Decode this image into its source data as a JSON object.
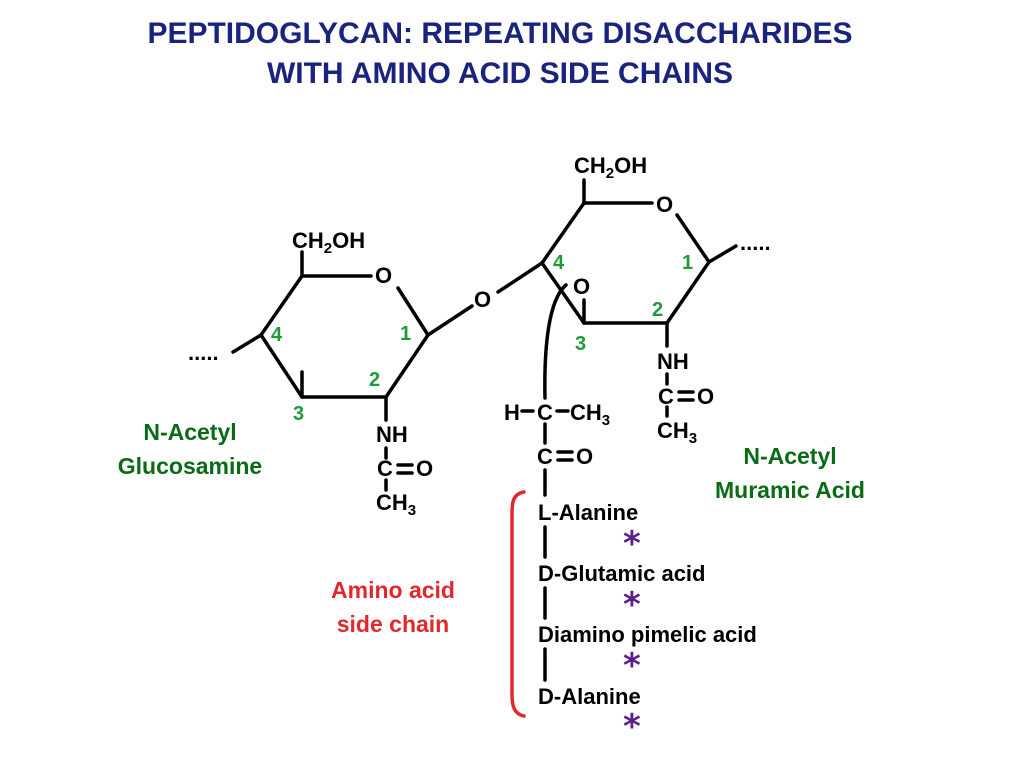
{
  "title": {
    "line1": "PEPTIDOGLYCAN:  REPEATING DISACCHARIDES",
    "line2": "WITH AMINO ACID SIDE CHAINS"
  },
  "nag": {
    "ch2oh_main": "CH",
    "ch2oh_sub": "2",
    "ch2oh_end": "OH",
    "ring_o": "O",
    "nh": "NH",
    "c": "C",
    "o": "O",
    "ch3_main": "CH",
    "ch3_sub": "3",
    "num1": "1",
    "num2": "2",
    "num3": "3",
    "num4": "4",
    "dots": ".....",
    "label_line1": "N-Acetyl",
    "label_line2": "Glucosamine"
  },
  "glycosidic_o": "O",
  "nam": {
    "ch2oh_main": "CH",
    "ch2oh_sub": "2",
    "ch2oh_end": "OH",
    "ring_o": "O",
    "o3": "O",
    "nh": "NH",
    "c": "C",
    "o": "O",
    "ch3_main": "CH",
    "ch3_sub": "3",
    "num1": "1",
    "num2": "2",
    "num3": "3",
    "num4": "4",
    "dots": ".....",
    "label_line1": "N-Acetyl",
    "label_line2": "Muramic Acid"
  },
  "lactyl": {
    "h": "H",
    "c": "C",
    "ch3_main": "CH",
    "ch3_sub": "3",
    "c2": "C",
    "o": "O"
  },
  "side_chain": {
    "label_line1": "Amino acid",
    "label_line2": "side chain",
    "residues": [
      "L-Alanine",
      "D-Glutamic acid",
      "Diamino pimelic acid",
      "D-Alanine"
    ],
    "star": "*"
  },
  "colors": {
    "title": "#1a237e",
    "position_numbers": "#1f9a3a",
    "sugar_labels": "#0a6b16",
    "side_chain_label": "#e0282d",
    "bracket": "#e0282d",
    "stars": "#5b1f8a"
  }
}
